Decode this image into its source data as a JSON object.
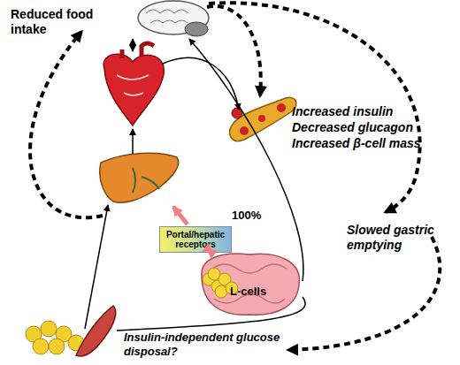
{
  "diagram": {
    "nodes": [
      {
        "text": [
          "Portal/hepatic receptors"
        ]
      },
      {
        "text": [
          "L-cells"
        ]
      }
    ],
    "edges": [
      {
        "from": 0,
        "to": 1,
        "arrow": "both"
      }
    ],
    "labels": [
      "Reduced food intake",
      "Increased insulin",
      "Decreased glucagon",
      "Increased β-cell mass",
      "100%",
      "Slowed gastric emptying",
      "Insulin-independent glucose disposal?"
    ]
  }
}
